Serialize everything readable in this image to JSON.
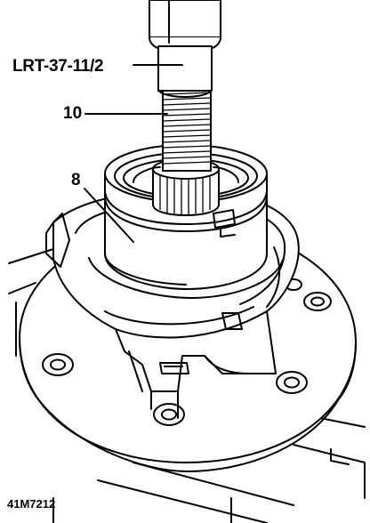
{
  "labels": {
    "tool": "LRT-37-11/2",
    "part_10": "10",
    "part_8": "8",
    "figure_id": "41M7212"
  }
}
